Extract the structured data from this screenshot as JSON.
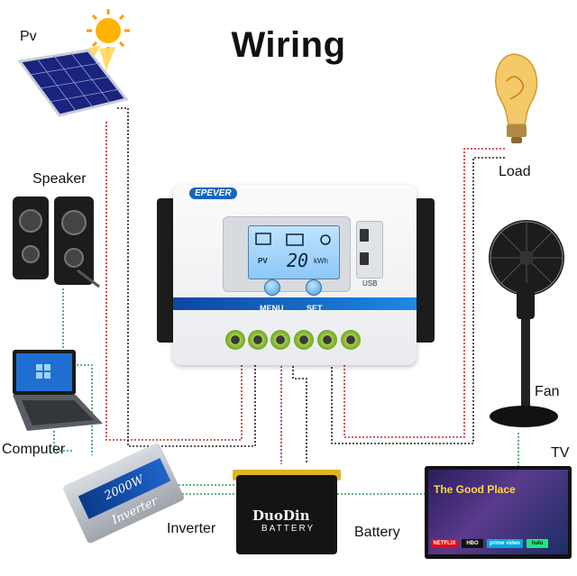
{
  "title": "Wiring",
  "labels": {
    "pv": "Pv",
    "speaker": "Speaker",
    "computer": "Computer",
    "inverter": "Inverter",
    "battery": "Battery",
    "load": "Load",
    "fan": "Fan",
    "tv": "TV"
  },
  "controller": {
    "brand": "EPEVER",
    "lcd_value": "20",
    "lcd_unit": "kWh",
    "lcd_pv": "PV",
    "menu_label": "MENU",
    "set_label": "SET",
    "usb_label": "USB"
  },
  "battery_brand": {
    "line1": "DuoDin",
    "line2": "BATTERY"
  },
  "inverter_text": "2000W Inverter",
  "tv_screen": {
    "headline": "The Good Place",
    "apps": [
      "NETFLIX",
      "HBO",
      "prime video",
      "hulu"
    ]
  },
  "colors": {
    "wire_red": "#c62828",
    "wire_black": "#222222",
    "wire_green": "#2e9e5a",
    "controller_blue": "#1565c0",
    "terminal_green": "#8cc63f",
    "battery_yellow": "#e2b422"
  }
}
